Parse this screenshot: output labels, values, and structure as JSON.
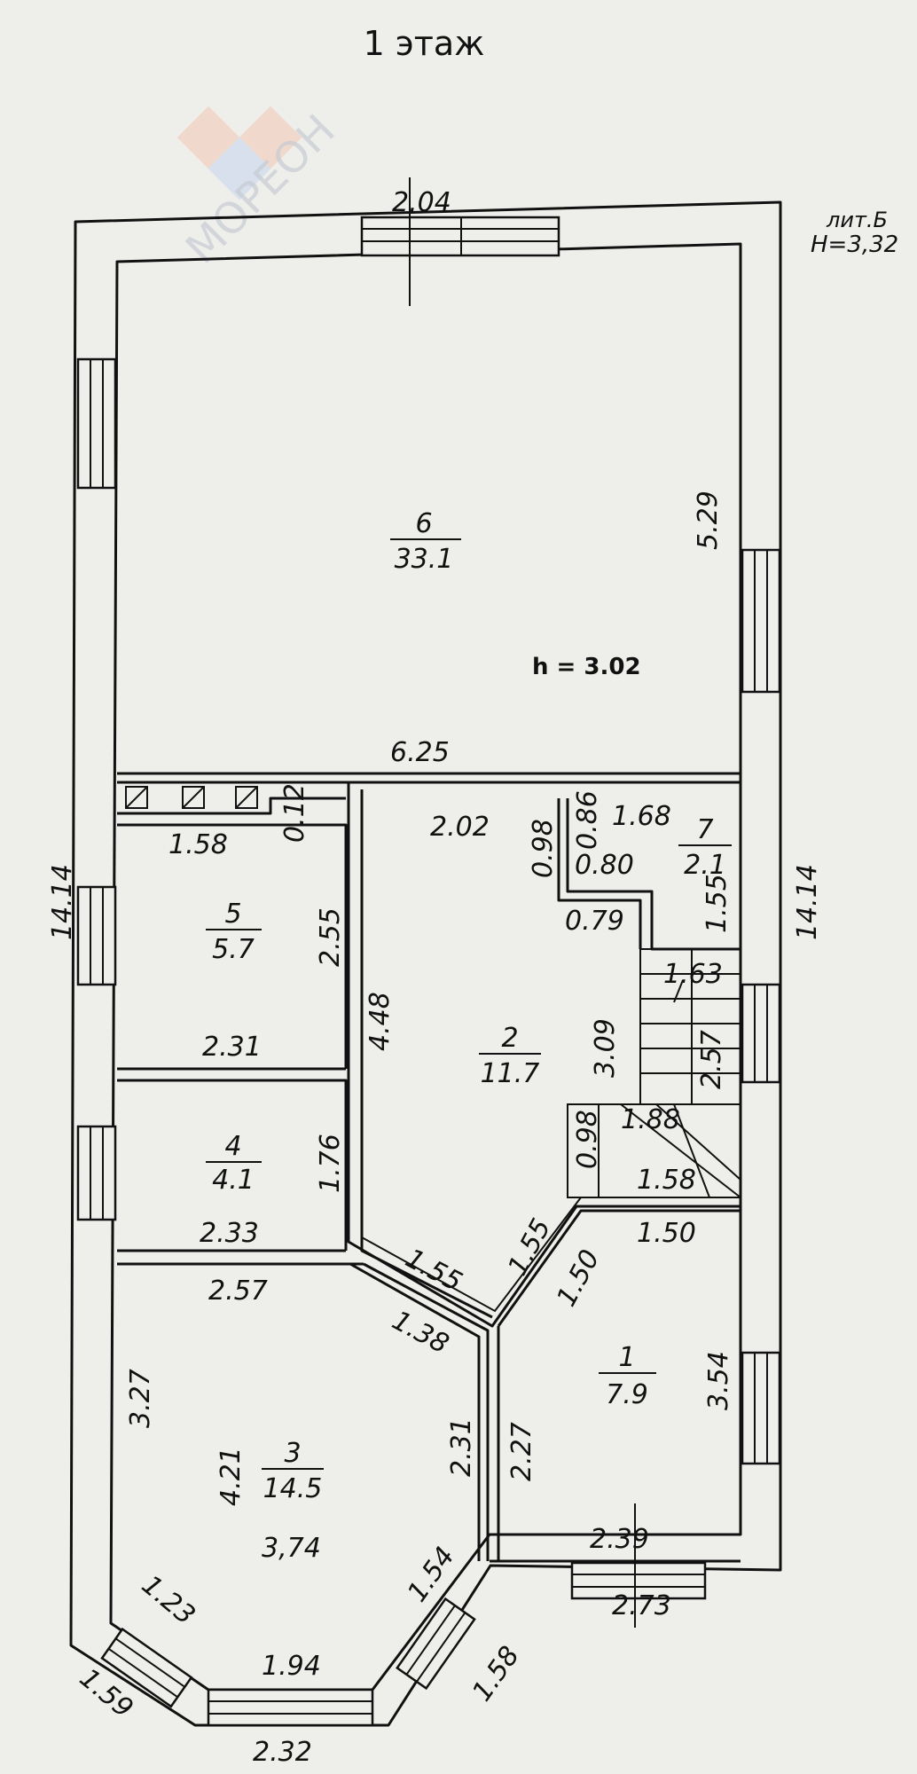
{
  "title": "1 этаж",
  "stamp": {
    "line1": "лит.Б",
    "line2": "H=3,32"
  },
  "watermark": "МОРЕОН",
  "height_note": "h = 3.02",
  "rooms": [
    {
      "number": "6",
      "area": "33.1"
    },
    {
      "number": "5",
      "area": "5.7"
    },
    {
      "number": "4",
      "area": "4.1"
    },
    {
      "number": "2",
      "area": "11.7"
    },
    {
      "number": "7",
      "area": "2.1"
    },
    {
      "number": "3",
      "area": "14.5"
    },
    {
      "number": "1",
      "area": "7.9"
    }
  ],
  "dimensions": [
    "2.04",
    "5.29",
    "6.25",
    "14.14",
    "14.14",
    "0.12",
    "1.58",
    "2.55",
    "2.31",
    "1.76",
    "2.33",
    "2.02",
    "0.98",
    "0.86",
    "0.80",
    "1.68",
    "1.55",
    "0.79",
    "4.48",
    "3.09",
    "1.63",
    "2.57",
    "0.98",
    "1.88",
    "1.58",
    "1.55",
    "1.50",
    "1.50",
    "3.54",
    "2.27",
    "2.39",
    "2.73",
    "2.57",
    "1.38",
    "1.55",
    "3.27",
    "4.21",
    "3,74",
    "2.31",
    "1.23",
    "1.59",
    "1.94",
    "1.54",
    "1.58",
    "2.32"
  ],
  "colors": {
    "ink": "#111111",
    "paper": "#eeeeea",
    "watermark": "#c7cbd2"
  }
}
